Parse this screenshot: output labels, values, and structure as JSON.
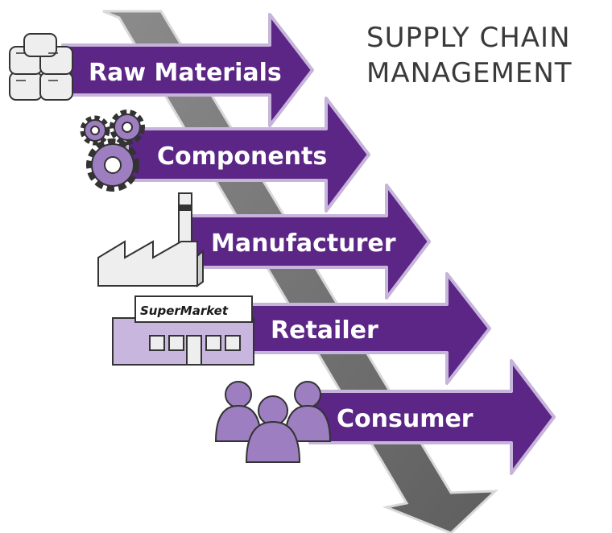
{
  "title": {
    "line1": "SUPPLY CHAIN",
    "line2": "MANAGEMENT"
  },
  "steps": [
    {
      "label": "Raw Materials",
      "icon": "bales-icon"
    },
    {
      "label": "Components",
      "icon": "gears-icon"
    },
    {
      "label": "Manufacturer",
      "icon": "factory-icon"
    },
    {
      "label": "Retailer",
      "icon": "store-icon"
    },
    {
      "label": "Consumer",
      "icon": "people-icon"
    }
  ],
  "store_sign": "SuperMarket",
  "colors": {
    "arrow": "#5b2685",
    "arrow_border": "#c7b4db",
    "diagonal_arrow": "#7a7a7a",
    "icon_fill": "#9d7ec0",
    "icon_light": "#eeeeee",
    "title": "#3a3a3a"
  }
}
